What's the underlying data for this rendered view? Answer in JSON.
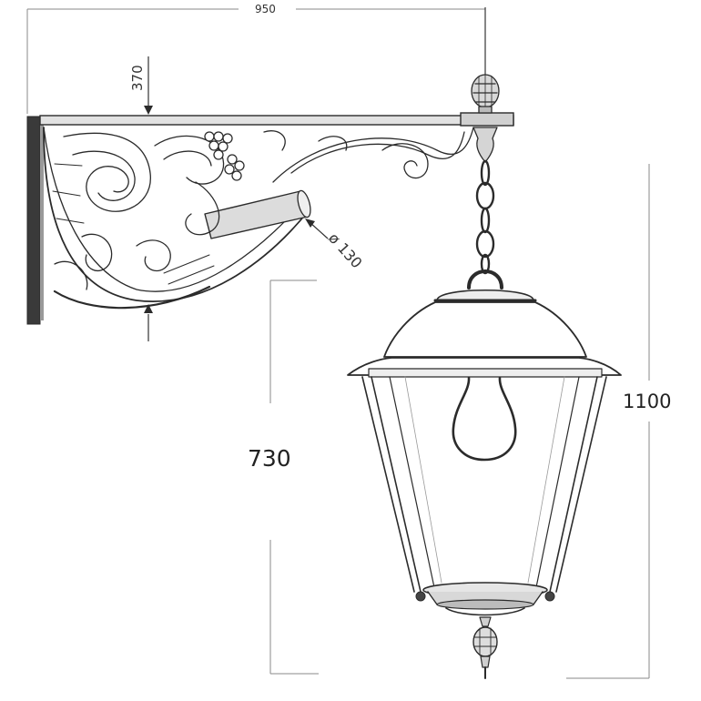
{
  "dimensions": {
    "overall_width": "950",
    "bracket_height": "370",
    "tube_diameter": "ø 130",
    "hang_height": "730",
    "total_height": "1100"
  },
  "colors": {
    "ink": "#2b2b2b",
    "dimension_line": "#8a8a8a",
    "background": "#ffffff"
  }
}
